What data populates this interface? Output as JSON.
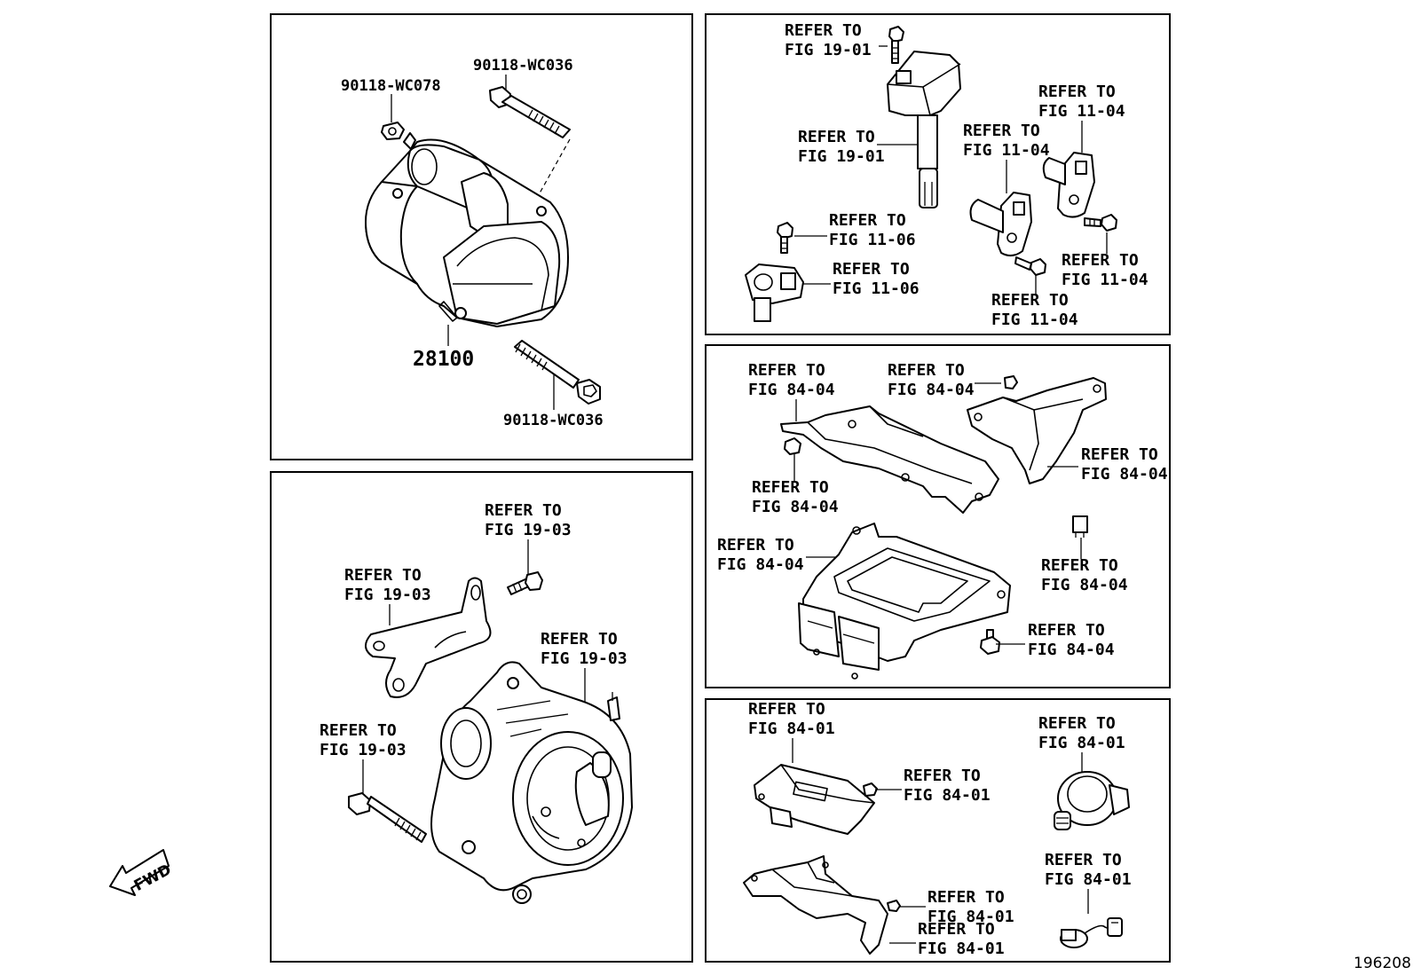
{
  "diagram_id": "196208",
  "fwd_label": "FWD",
  "panel_starter": {
    "part_nut": "90118-WC078",
    "part_bolt_top": "90118-WC036",
    "part_starter": "28100",
    "part_bolt_bottom": "90118-WC036"
  },
  "panel_alternator": {
    "ref_bolt_top": [
      "REFER TO",
      "FIG 19-03"
    ],
    "ref_bracket": [
      "REFER TO",
      "FIG 19-03"
    ],
    "ref_alternator": [
      "REFER TO",
      "FIG 19-03"
    ],
    "ref_bolt_long": [
      "REFER TO",
      "FIG 19-03"
    ]
  },
  "panel_sensors": {
    "ref_coil_bolt": [
      "REFER TO",
      "FIG 19-01"
    ],
    "ref_coil": [
      "REFER TO",
      "FIG 19-01"
    ],
    "ref_sensor_right": [
      "REFER TO",
      "FIG 11-04"
    ],
    "ref_sensor_mid": [
      "REFER TO",
      "FIG 11-04"
    ],
    "ref_bolt_left": [
      "REFER TO",
      "FIG 11-06"
    ],
    "ref_sensor_left": [
      "REFER TO",
      "FIG 11-06"
    ],
    "ref_bolt_right": [
      "REFER TO",
      "FIG 11-04"
    ],
    "ref_bolt_mid": [
      "REFER TO",
      "FIG 11-04"
    ]
  },
  "panel_ecu": {
    "ref_bracket_left": [
      "REFER TO",
      "FIG 84-04"
    ],
    "ref_nut_top": [
      "REFER TO",
      "FIG 84-04"
    ],
    "ref_bracket_right": [
      "REFER TO",
      "FIG 84-04"
    ],
    "ref_nut_left": [
      "REFER TO",
      "FIG 84-04"
    ],
    "ref_ecu": [
      "REFER TO",
      "FIG 84-04"
    ],
    "ref_relay": [
      "REFER TO",
      "FIG 84-04"
    ],
    "ref_bolt": [
      "REFER TO",
      "FIG 84-04"
    ]
  },
  "panel_computer": {
    "ref_module": [
      "REFER TO",
      "FIG 84-01"
    ],
    "ref_sensor": [
      "REFER TO",
      "FIG 84-01"
    ],
    "ref_nut": [
      "REFER TO",
      "FIG 84-01"
    ],
    "ref_pigtail": [
      "REFER TO",
      "FIG 84-01"
    ],
    "ref_nut2": [
      "REFER TO",
      "FIG 84-01"
    ],
    "ref_bracket": [
      "REFER TO",
      "FIG 84-01"
    ]
  }
}
